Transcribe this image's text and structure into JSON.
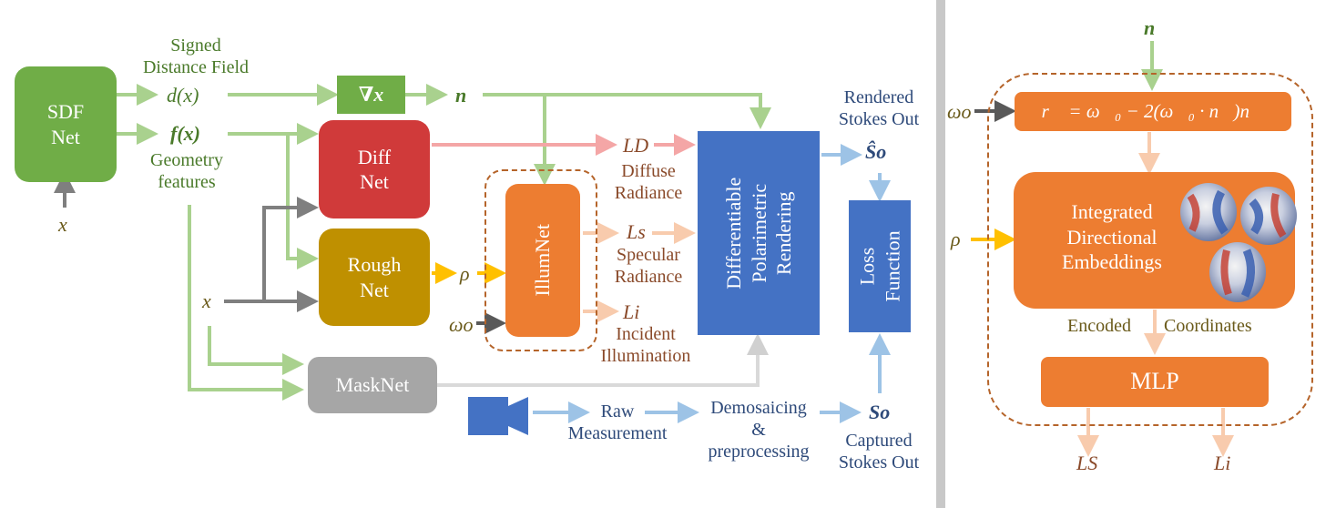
{
  "left": {
    "nodes": {
      "sdf_net": "SDF\nNet",
      "diff_net": "Diff\nNet",
      "rough_net": "Rough\nNet",
      "mask_net": "MaskNet",
      "illum_net": "IllumNet",
      "render": "Differentiable\nPolarimetric\nRendering",
      "loss": "Loss\nFunction",
      "grad": "∇x"
    },
    "labels": {
      "sdf_title": "Signed\nDistance Field",
      "d_x": "d(x)",
      "f_x": "f(x)",
      "geom": "Geometry\nfeatures",
      "x_bottom": "x",
      "x_mid": "x",
      "n": "n",
      "rho": "ρ",
      "omega_o": "ωo",
      "L_D": "LD",
      "diffuse": "Diffuse\nRadiance",
      "L_s": "Ls",
      "specular": "Specular\nRadiance",
      "L_i": "Li",
      "incident": "Incident\nIllumination",
      "rendered": "Rendered\nStokes Out",
      "s_hat": "Ŝo",
      "raw": "Raw\nMeasurement",
      "demosaic": "Demosaicing\n&\npreprocessing",
      "s_o": "So",
      "captured": "Captured\nStokes Out"
    }
  },
  "right": {
    "labels": {
      "n": "n",
      "omega_o": "ωo",
      "rho": "ρ",
      "formula": "r⃗ = ω⃗₀ − 2(ω⃗₀ · n⃗)n⃗",
      "ide": "Integrated\nDirectional\nEmbeddings",
      "encoded": "Encoded",
      "coords": "Coordinates",
      "mlp": "MLP",
      "L_S": "LS",
      "L_i": "Li"
    }
  },
  "colors": {
    "green": "#70ad47",
    "red": "#d03a3a",
    "gold": "#bf9000",
    "gray": "#a6a6a6",
    "orange": "#ed7d31",
    "blue": "#4472c4",
    "lightgreen": "#a9d18e",
    "lightblue": "#9dc3e6",
    "peach": "#f8cbad",
    "pink": "#f4a6a6",
    "yellow": "#ffc000"
  }
}
